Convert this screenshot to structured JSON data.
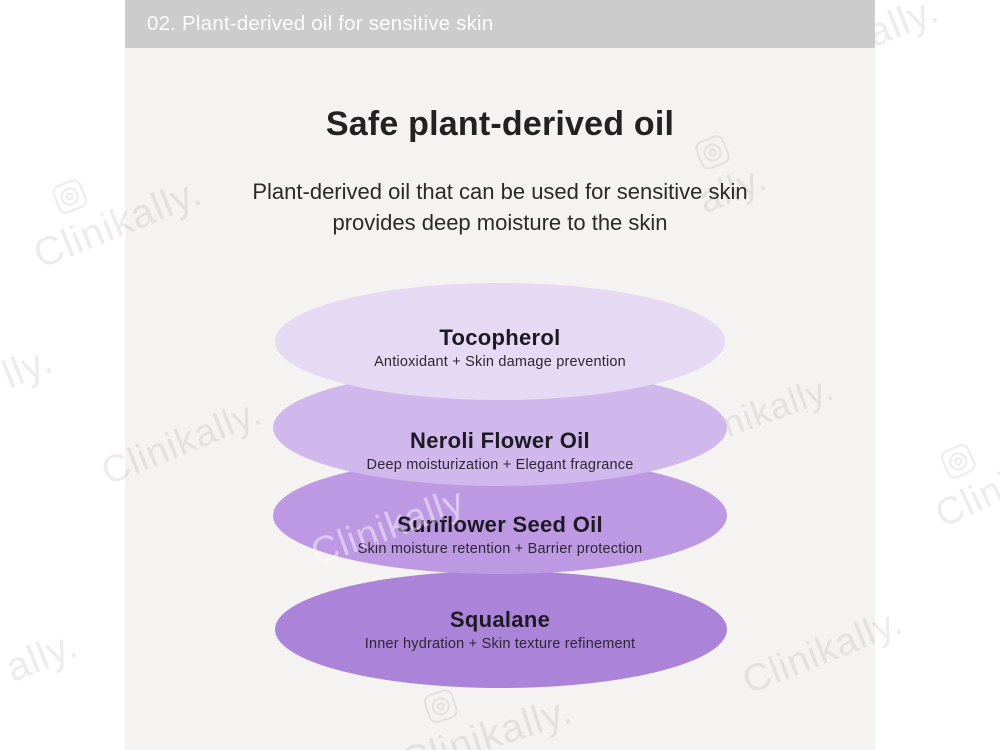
{
  "header": {
    "label": "02. Plant-derived oil for sensitive skin",
    "bg_color": "#cccccc",
    "text_color": "#fdfdfd"
  },
  "title": "Safe plant-derived oil",
  "subtitle_line1": "Plant-derived oil that can be used for sensitive skin",
  "subtitle_line2": "provides deep moisture to the skin",
  "panel_bg_color": "#f4f3f1",
  "oils": [
    {
      "name": "Tocopherol",
      "benefits": "Antioxidant + Skin damage prevention",
      "color": "#e6d9f4"
    },
    {
      "name": "Neroli Flower Oil",
      "benefits": "Deep moisturization + Elegant fragrance",
      "color": "#d0b7ec"
    },
    {
      "name": "Sunflower Seed Oil",
      "benefits": "Skin moisture retention + Barrier protection",
      "color": "#bd99e4"
    },
    {
      "name": "Squalane",
      "benefits": "Inner hydration + Skin texture refinement",
      "color": "#ab84da"
    }
  ],
  "watermark_brand": "Clinikally.",
  "watermark_items": [
    "Clinikally.",
    "ally.",
    "ally.",
    "Clinikally.",
    "Clinikally.",
    "lly.",
    "Clinika",
    "Clinikally",
    "ally.",
    "Clinikally.",
    "Clinikally."
  ]
}
